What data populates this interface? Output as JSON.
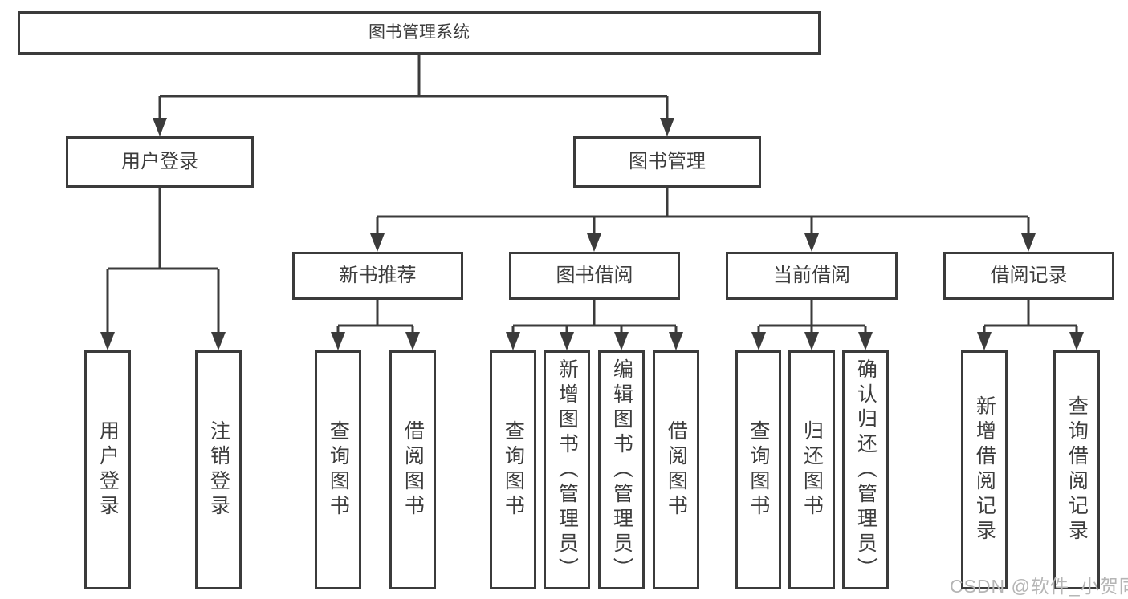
{
  "diagram": {
    "root": {
      "label": "图书管理系统"
    },
    "branches": [
      {
        "label": "用户登录",
        "children": [
          {
            "label": "用户登录"
          },
          {
            "label": "注销登录"
          }
        ]
      },
      {
        "label": "图书管理",
        "children": [
          {
            "label": "新书推荐",
            "children": [
              {
                "label": "查询图书"
              },
              {
                "label": "借阅图书"
              }
            ]
          },
          {
            "label": "图书借阅",
            "children": [
              {
                "label": "查询图书"
              },
              {
                "label": "新增图书（管理员）"
              },
              {
                "label": "编辑图书（管理员）"
              },
              {
                "label": "借阅图书"
              }
            ]
          },
          {
            "label": "当前借阅",
            "children": [
              {
                "label": "查询图书"
              },
              {
                "label": "归还图书"
              },
              {
                "label": "确认归还（管理员）"
              }
            ]
          },
          {
            "label": "借阅记录",
            "children": [
              {
                "label": "新增借阅记录"
              },
              {
                "label": "查询借阅记录"
              }
            ]
          }
        ]
      }
    ]
  },
  "watermark": {
    "text": "CSDN @软件_小贺同学"
  },
  "colors": {
    "line": "#3b3b3b",
    "box_border": "#3b3b3b",
    "box_fill": "#ffffff",
    "text": "#3d3d3d",
    "watermark": "#b5b5b5",
    "background": "#ffffff"
  }
}
